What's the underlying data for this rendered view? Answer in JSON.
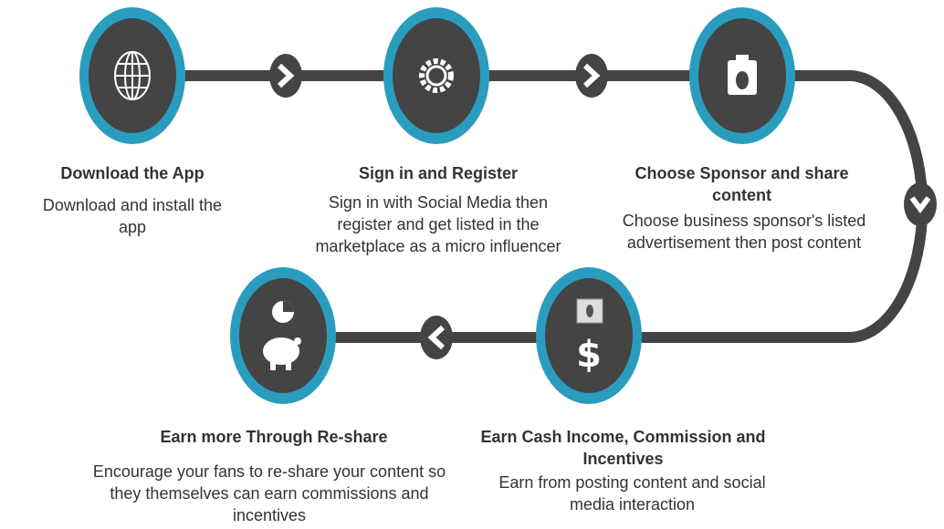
{
  "colors": {
    "ring": "#2a9dbf",
    "dark": "#444444",
    "white": "#ffffff"
  },
  "steps": [
    {
      "title": "Download the App",
      "desc": "Download and install the app",
      "icon": "globe-icon"
    },
    {
      "title": "Sign in and Register",
      "desc": "Sign in with Social Media then register and get listed in the marketplace as a micro influencer",
      "icon": "gear-icon"
    },
    {
      "title": "Choose Sponsor and share content",
      "desc": "Choose business sponsor's listed advertisement then post content",
      "icon": "camera-icon"
    },
    {
      "title": "Earn Cash Income, Commission and Incentives",
      "desc": "Earn from posting content and social media interaction",
      "icon": "dollar-icon"
    },
    {
      "title": "Earn more Through Re-share",
      "desc": "Encourage your fans to re-share your content so they themselves can  earn commissions and incentives",
      "icon": "piggy-bank-icon"
    }
  ]
}
